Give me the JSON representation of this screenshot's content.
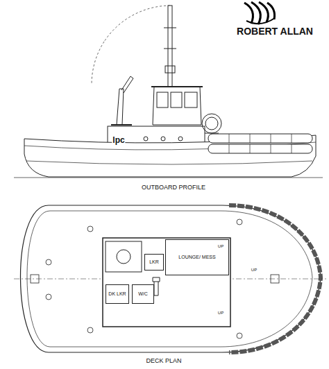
{
  "diagram": {
    "nodes": [
      {
        "text": [
          "LKR"
        ]
      },
      {
        "text": [
          "LOUNGE/ MESS"
        ]
      },
      {
        "text": [
          "W/C"
        ]
      },
      {
        "text": [
          "DK LKR"
        ]
      }
    ],
    "labels": [
      "ROBERT ALLAN",
      "lpc",
      "OUTBOARD PROFILE",
      "DECK PLAN",
      "UP",
      "UP",
      "UP"
    ]
  }
}
